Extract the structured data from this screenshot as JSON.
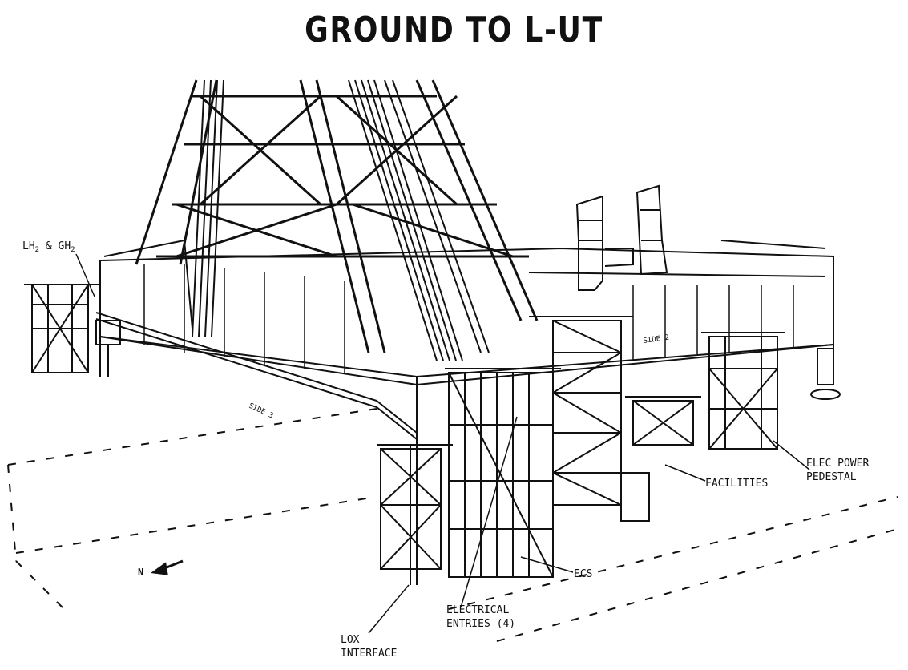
{
  "title": "GROUND TO L-UT",
  "labels": {
    "lh2_gh2": {
      "part1": "LH",
      "sub1": "2",
      "part2": " & GH",
      "sub2": "2"
    },
    "elec_power": {
      "line1": "ELEC POWER",
      "line2": "PEDESTAL"
    },
    "facilities": "FACILITIES",
    "ecs": "ECS",
    "electrical": {
      "line1": "ELECTRICAL",
      "line2": "ENTRIES (4)"
    },
    "lox": {
      "line1": "LOX",
      "line2": "INTERFACE"
    },
    "side2": "SIDE 2",
    "side3": "SIDE 3",
    "north": "N"
  }
}
